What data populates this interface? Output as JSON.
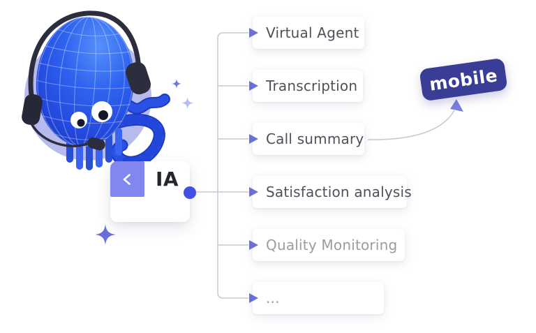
{
  "diagram": {
    "ia_node": {
      "label": "IA",
      "icon": "chevron-left"
    },
    "features": [
      {
        "label": "Virtual Agent",
        "state": "active"
      },
      {
        "label": "Transcription",
        "state": "active"
      },
      {
        "label": "Call summary",
        "state": "active"
      },
      {
        "label": "Satisfaction analysis",
        "state": "active"
      },
      {
        "label": "Quality Monitoring",
        "state": "muted"
      },
      {
        "label": "...",
        "state": "muted"
      }
    ],
    "badge": {
      "label": "mobile"
    },
    "mascot": {
      "description": "blue wireframe octopus wearing a headset on a lavender circle"
    },
    "colors": {
      "accent_purple": "#8187ee",
      "arrow_purple": "#6a6fdc",
      "connector_gray": "#c9c9d6",
      "dot_blue": "#4350e4",
      "badge_indigo": "#3a3d95",
      "text_active": "#50505a",
      "text_muted": "#9b9ba3"
    }
  }
}
